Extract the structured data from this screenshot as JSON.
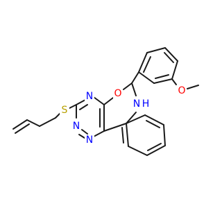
{
  "molecule": {
    "atoms": {
      "o_ring": {
        "label": "O",
        "color": "#ff0000"
      },
      "o_methoxy": {
        "label": "O",
        "color": "#ff0000"
      },
      "s_thio": {
        "label": "S",
        "color": "#b8a000"
      },
      "n_ring_top": {
        "label": "N",
        "color": "#0000ff"
      },
      "n_ring_left": {
        "label": "N",
        "color": "#0000ff"
      },
      "n_ring_bottom": {
        "label": "N",
        "color": "#0000ff"
      },
      "nh_amine": {
        "label": "N",
        "color": "#0000ff"
      },
      "h_amine": {
        "label": "H",
        "color": "#0000ff"
      }
    },
    "bond_color": "#1a1a1a"
  }
}
